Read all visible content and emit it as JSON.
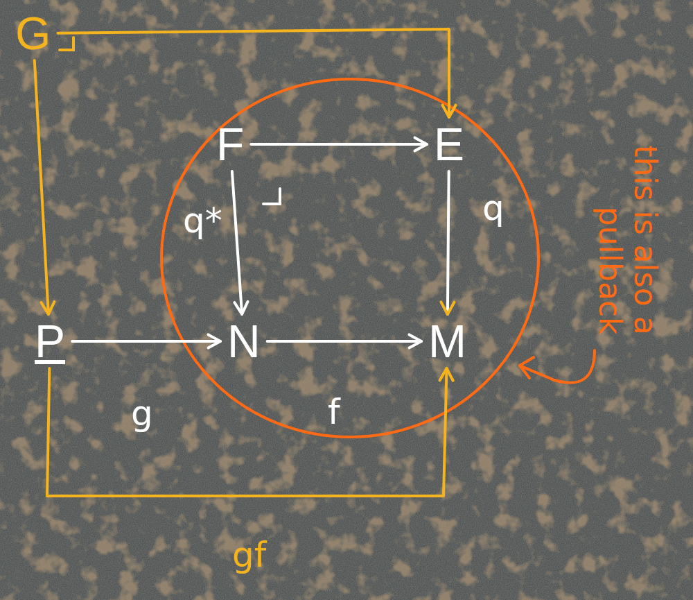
{
  "diagram": {
    "nodes": [
      {
        "text": [
          "G"
        ]
      },
      {
        "text": [
          "F"
        ]
      },
      {
        "text": [
          "E"
        ]
      },
      {
        "text": [
          "P"
        ]
      },
      {
        "text": [
          "N"
        ]
      },
      {
        "text": [
          "M"
        ]
      }
    ],
    "edges": [
      {
        "from": 0,
        "to": 2,
        "arrow": "to"
      },
      {
        "from": 0,
        "to": 3,
        "arrow": "to"
      },
      {
        "from": 1,
        "to": 2,
        "arrow": "to"
      },
      {
        "from": 1,
        "to": 4,
        "label": "q*",
        "arrow": "to"
      },
      {
        "from": 2,
        "to": 5,
        "label": "q",
        "arrow": "to"
      },
      {
        "from": 3,
        "to": 4,
        "label": "g",
        "arrow": "to"
      },
      {
        "from": 4,
        "to": 5,
        "label": "f",
        "arrow": "to"
      },
      {
        "from": 3,
        "to": 5,
        "label": "gf",
        "arrow": "to"
      }
    ],
    "labels": [
      "this is also a pullback"
    ]
  }
}
